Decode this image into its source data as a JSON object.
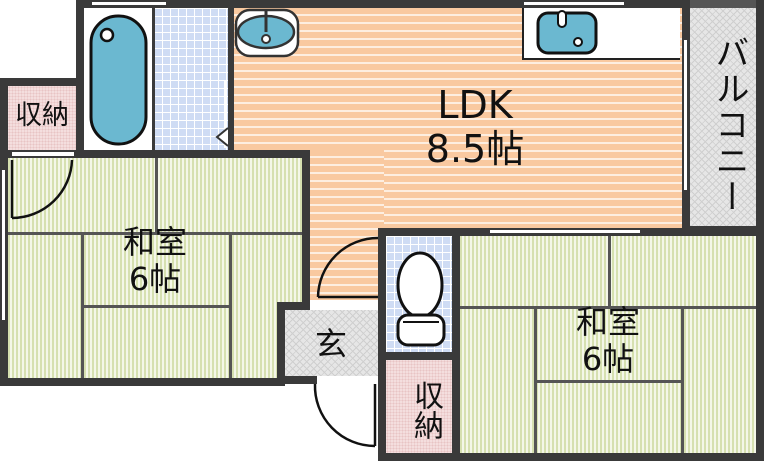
{
  "floor_plan": {
    "rooms": {
      "ldk": {
        "name": "LDK",
        "size": "8.5帖"
      },
      "washitsu_left": {
        "name": "和室",
        "size": "6帖"
      },
      "washitsu_right": {
        "name": "和室",
        "size": "6帖"
      },
      "storage_left": {
        "name": "収納"
      },
      "storage_bottom": {
        "name": "収納"
      },
      "entrance": {
        "name": "玄"
      },
      "balcony": {
        "name": "バルコニー"
      }
    },
    "colors": {
      "wall": "#3a3a3a",
      "ldk_floor": "#f9c9a0",
      "tatami": "#d6e0b0",
      "tile": "#cfdcf4",
      "fixture_blue": "#6bb8d0",
      "storage": "#f4dede",
      "gray_area": "#e6e6e6"
    }
  }
}
